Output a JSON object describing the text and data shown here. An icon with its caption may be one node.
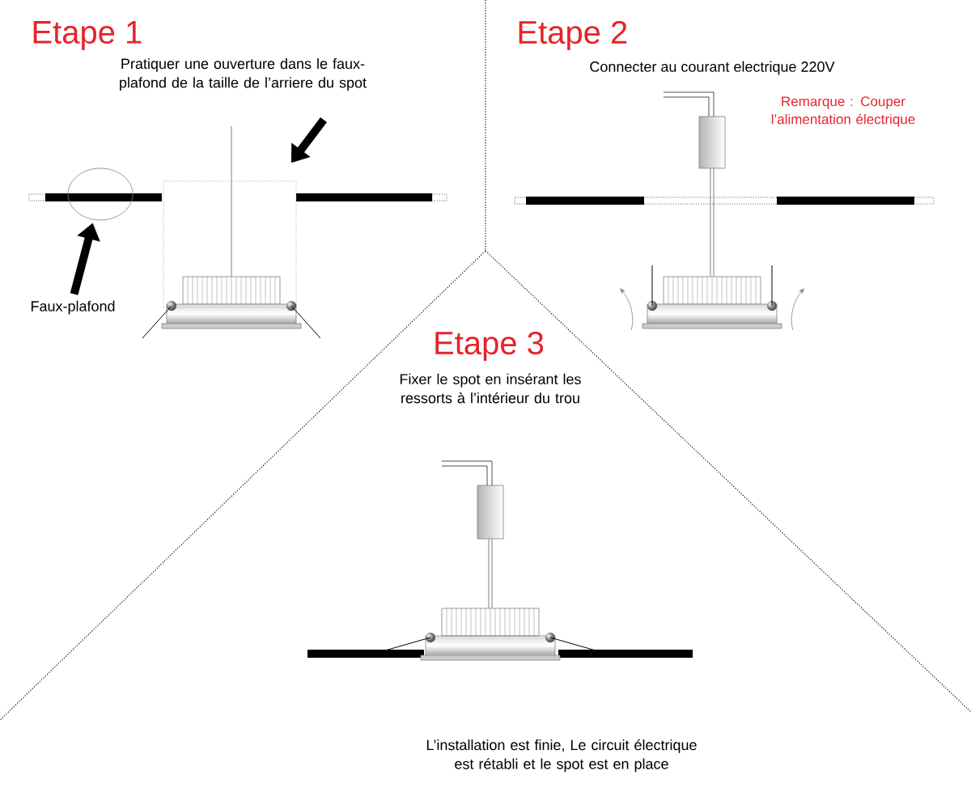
{
  "diagram": {
    "nodes": [
      {
        "text": [
          "Faux-plafond"
        ]
      },
      {
        "text": [],
        "shape": "circle"
      },
      {
        "text": [],
        "shape": "box"
      }
    ],
    "edges": [
      {
        "from": 0,
        "to": 1,
        "arrow": "to"
      },
      {
        "from": null,
        "to": 2,
        "arrow": "to"
      }
    ],
    "labels": [
      "Etape 1",
      "Pratiquer une ouverture dans le faux-plafond de la taille de l’arriere du spot",
      "Etape 2",
      "Connecter au courant electrique 220V",
      "Remarque : Couper l’alimentation électrique",
      "Etape 3",
      "Fixer le spot en insérant les ressorts à l’intérieur du trou",
      "L’installation est finie, Le circuit électrique est rétabli et le spot est en place"
    ]
  }
}
